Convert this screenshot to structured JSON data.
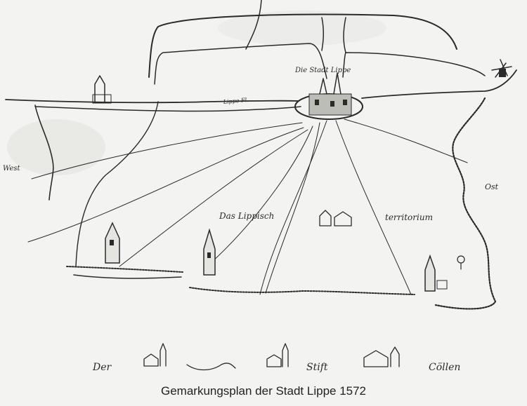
{
  "caption": "Gemarkungsplan der Stadt Lippe 1572",
  "labels": {
    "city": "Die Stadt Lippe",
    "west": "West",
    "east": "Ost",
    "lippe_river": "Lippe Fl.",
    "region_1": "Das Lippisch",
    "region_2": "territorium",
    "bottom_der": "Der",
    "bottom_stift": "Stift",
    "bottom_coellen": "Cöllen"
  },
  "colors": {
    "ink": "#2a2a2a",
    "paper": "#f3f3f1"
  }
}
